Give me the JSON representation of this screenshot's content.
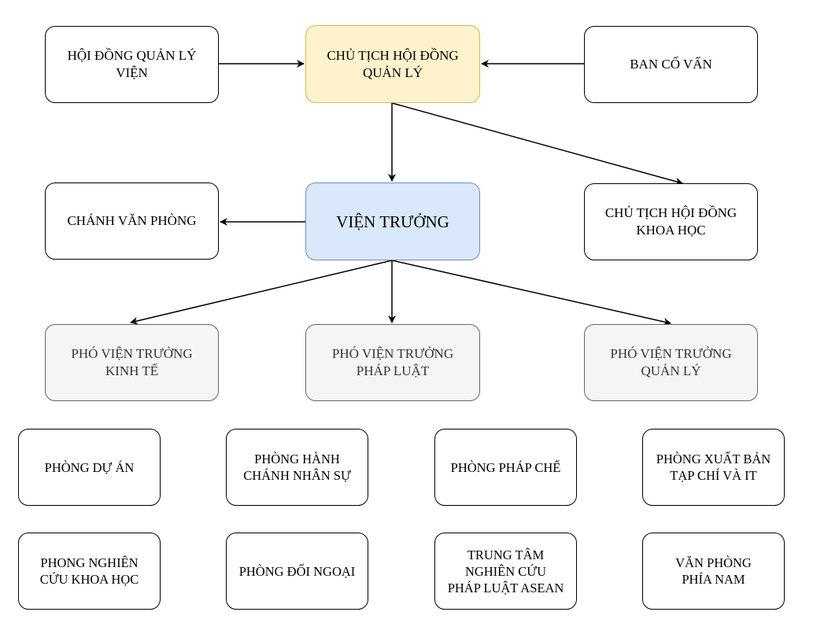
{
  "diagram": {
    "nodes": {
      "hdql": "HỘI ĐỒNG QUẢN LÝ\nVIỆN",
      "chairman": "CHỦ TỊCH HỘI ĐỒNG\nQUẢN LÝ",
      "advisory": "BAN CỐ VẤN",
      "office_chief": "CHÁNH VĂN PHÒNG",
      "director": "VIỆN TRƯỞNG",
      "science_chair": "CHỦ TỊCH HỘI ĐỒNG\nKHOA HỌC",
      "deputy_economics": "PHÓ VIỆN TRƯỞNG\nKINH TẾ",
      "deputy_law": "PHÓ VIỆN TRƯỞNG\nPHÁP LUẬT",
      "deputy_management": "PHÓ VIỆN TRƯỞNG\nQUẢN LÝ",
      "dept_projects": "PHÒNG DỰ ÁN",
      "dept_admin_hr": "PHÒNG HÀNH\nCHÁNH NHÂN SỰ",
      "dept_legislation": "PHÒNG PHÁP CHẾ",
      "dept_publishing": "PHÒNG XUẤT BẢN\nTẠP CHÍ VÀ IT",
      "dept_research": "PHONG NGHIÊN\nCỨU KHOA HỌC",
      "dept_foreign": "PHÒNG ĐỐI NGOẠI",
      "asean_center": "TRUNG TÂM\nNGHIÊN CỨU\nPHÁP LUẬT ASEAN",
      "southern_office": "VĂN PHÒNG\nPHÍA NAM"
    },
    "colors": {
      "chair_fill": "#fff2cc",
      "chair_border": "#d6b656",
      "director_fill": "#dae8fc",
      "director_border": "#6c8ebf",
      "deputy_fill": "#f5f5f5",
      "deputy_border": "#666666",
      "default_fill": "#ffffff",
      "line": "#000000"
    }
  }
}
